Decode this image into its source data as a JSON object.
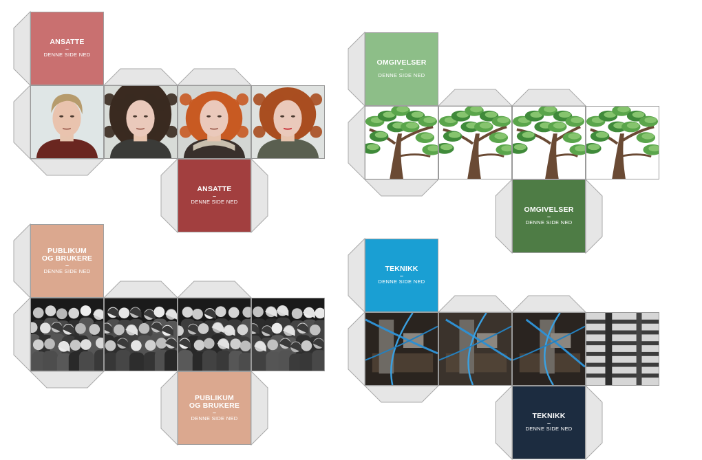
{
  "cubes": [
    {
      "id": "ansatte",
      "title": "ANSATTE",
      "dash": "–",
      "subtitle": "DENNE SIDE NED",
      "colors": {
        "top": "#c97070",
        "bottom": "#a23f3f"
      },
      "photo_theme": "portraits",
      "photo_icons": [
        "woman-portrait",
        "curly-hair-portrait",
        "queen-wig-portrait",
        "red-wig-portrait"
      ]
    },
    {
      "id": "omgivelser",
      "title": "OMGIVELSER",
      "dash": "–",
      "subtitle": "DENNE SIDE NED",
      "colors": {
        "top": "#8dbe88",
        "bottom": "#4e7c45"
      },
      "photo_theme": "trees",
      "photo_icons": [
        "pine-tree-photo",
        "pine-tree-photo",
        "pine-tree-photo",
        "pine-tree-photo"
      ]
    },
    {
      "id": "publikum",
      "title": "PUBLIKUM OG BRUKERE",
      "title_lines": [
        "PUBLIKUM",
        "OG BRUKERE"
      ],
      "dash": "–",
      "subtitle": "DENNE SIDE NED",
      "colors": {
        "top": "#dba88f",
        "bottom": "#dba88f"
      },
      "photo_theme": "crowd",
      "photo_icons": [
        "group-photo",
        "group-photo",
        "group-photo",
        "group-photo"
      ]
    },
    {
      "id": "teknikk",
      "title": "TEKNIKK",
      "dash": "–",
      "subtitle": "DENNE SIDE NED",
      "colors": {
        "top": "#1a9fd3",
        "bottom": "#1c2c40"
      },
      "photo_theme": "machinery",
      "photo_icons": [
        "stage-machinery-photo",
        "stage-machinery-photo",
        "stage-machinery-photo",
        "stage-machinery-photo"
      ]
    }
  ]
}
